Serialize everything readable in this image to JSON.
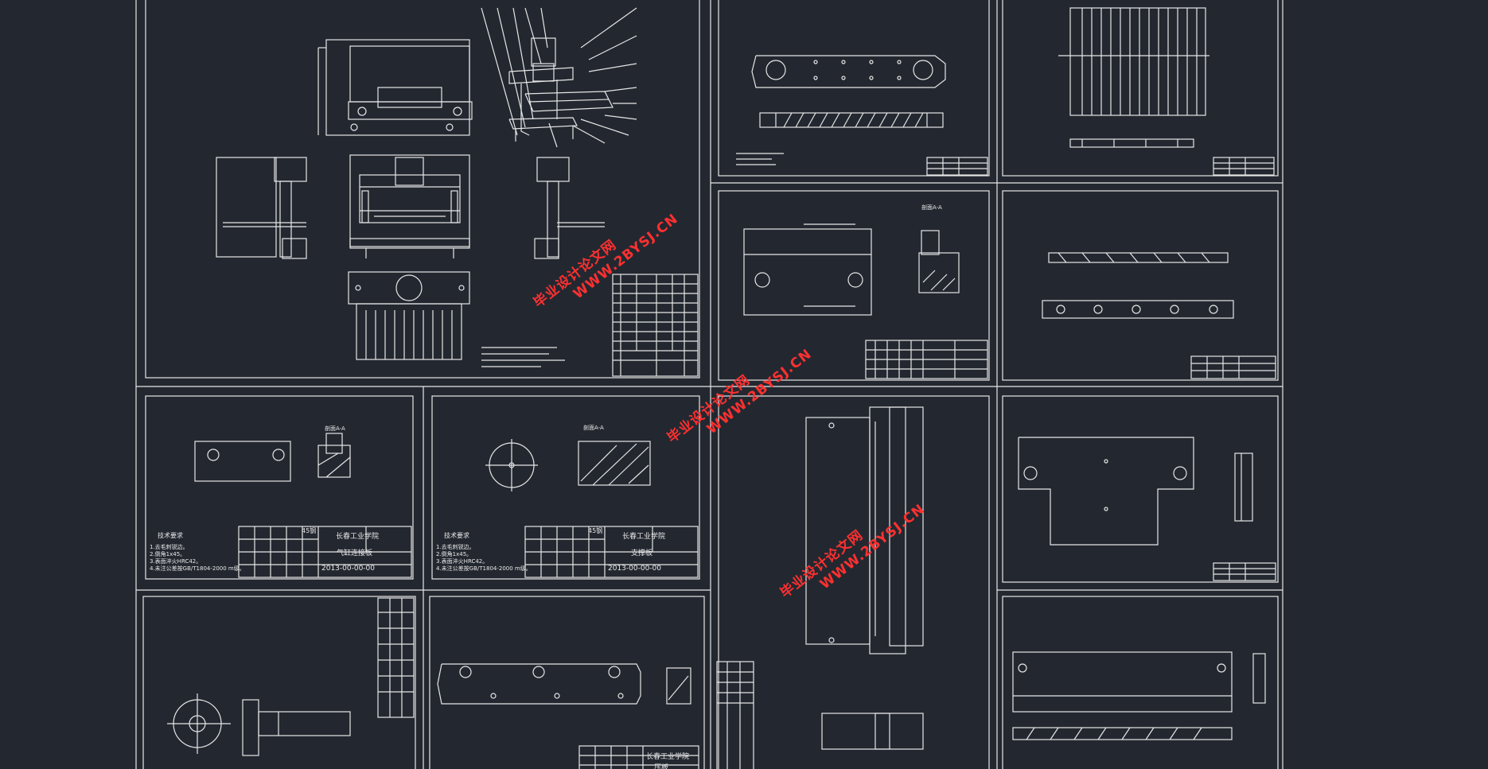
{
  "watermark": {
    "cn": "毕业设计论文网",
    "en": "WWW.2BYSJ.CN"
  },
  "title_blocks": {
    "sheet_a": {
      "school": "长春工业学院",
      "part": "气缸连接板",
      "code": "2013-00-00-00",
      "mat": "45钢"
    },
    "sheet_b": {
      "school": "长春工业学院",
      "part": "支撑板",
      "code": "2013-00-00-00",
      "mat": "45钢"
    },
    "sheet_c": {
      "school": "长春工业学院",
      "part": "压板"
    }
  },
  "notes": {
    "sheet_a_title": "技术要求",
    "sheet_a": [
      "1.去毛刺锐边。",
      "2.倒角1x45。",
      "3.表面淬火HRC42。",
      "4.未注公差按GB/T1804-2000 m级。"
    ],
    "sheet_b_title": "技术要求",
    "sheet_b": [
      "1.去毛刺锐边。",
      "2.倒角1x45。",
      "3.表面淬火HRC42。",
      "4.未注公差按GB/T1804-2000 m级。"
    ],
    "section_label": "剖面A-A"
  },
  "colors": {
    "bg": "#232830",
    "line": "#e6e6e6",
    "watermark": "#ff3030"
  }
}
